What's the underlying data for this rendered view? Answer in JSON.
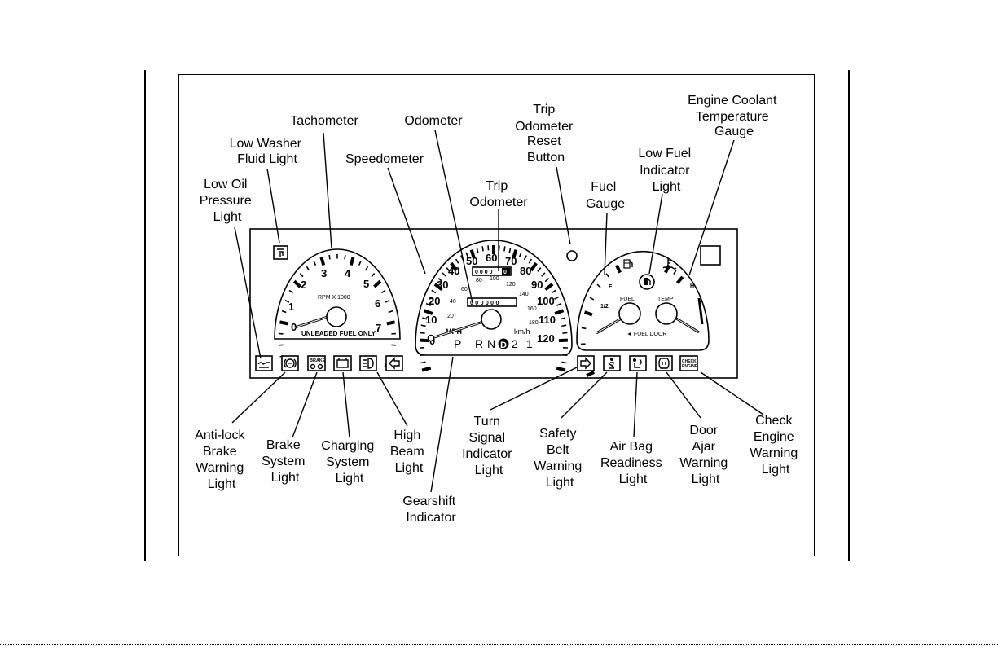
{
  "callouts": {
    "tachometer": "Tachometer",
    "odometer": "Odometer",
    "trip_odometer_reset": [
      "Trip",
      "Odometer",
      "Reset",
      "Button"
    ],
    "engine_coolant_gauge": [
      "Engine Coolant",
      "Temperature",
      "Gauge"
    ],
    "low_washer_fluid": [
      "Low Washer",
      "Fluid Light"
    ],
    "speedometer": "Speedometer",
    "low_fuel_indicator": [
      "Low Fuel",
      "Indicator",
      "Light"
    ],
    "low_oil_pressure": [
      "Low Oil",
      "Pressure",
      "Light"
    ],
    "trip_odometer": [
      "Trip",
      "Odometer"
    ],
    "fuel_gauge": [
      "Fuel",
      "Gauge"
    ],
    "anti_lock_brake": [
      "Anti-lock",
      "Brake",
      "Warning",
      "Light"
    ],
    "brake_system": [
      "Brake",
      "System",
      "Light"
    ],
    "charging_system": [
      "Charging",
      "System",
      "Light"
    ],
    "high_beam": [
      "High",
      "Beam",
      "Light"
    ],
    "gearshift_indicator": [
      "Gearshift",
      "Indicator"
    ],
    "turn_signal": [
      "Turn",
      "Signal",
      "Indicator",
      "Light"
    ],
    "safety_belt": [
      "Safety",
      "Belt",
      "Warning",
      "Light"
    ],
    "air_bag": [
      "Air Bag",
      "Readiness",
      "Light"
    ],
    "door_ajar": [
      "Door",
      "Ajar",
      "Warning",
      "Light"
    ],
    "check_engine": [
      "Check",
      "Engine",
      "Warning",
      "Light"
    ]
  },
  "tachometer": {
    "numbers": [
      "0",
      "1",
      "2",
      "3",
      "4",
      "5",
      "6",
      "7"
    ],
    "units": "RPM X 1000",
    "fuel_note": "UNLEADED FUEL ONLY"
  },
  "speedometer": {
    "mph_numbers": [
      "0",
      "10",
      "20",
      "30",
      "40",
      "50",
      "60",
      "70",
      "80",
      "90",
      "100",
      "110",
      "120"
    ],
    "kmh_numbers": [
      "20",
      "40",
      "60",
      "80",
      "100",
      "120",
      "140",
      "160",
      "180"
    ],
    "mph_label": "MPH",
    "kmh_label": "km/h",
    "trip_digits": "0000",
    "trip_last_digit": "0",
    "odometer_digits": "000000",
    "gears": [
      "P",
      "R",
      "N",
      "D",
      "2",
      "1"
    ]
  },
  "fuel_gauge": {
    "label": "FUEL",
    "full": "F",
    "half": "1/2",
    "door_note": "◄ FUEL DOOR"
  },
  "temp_gauge": {
    "label": "TEMP",
    "hot": "H"
  },
  "indicators": {
    "brake_label": "BRAKE",
    "check_engine_label": [
      "CHECK",
      "ENGINE"
    ]
  }
}
